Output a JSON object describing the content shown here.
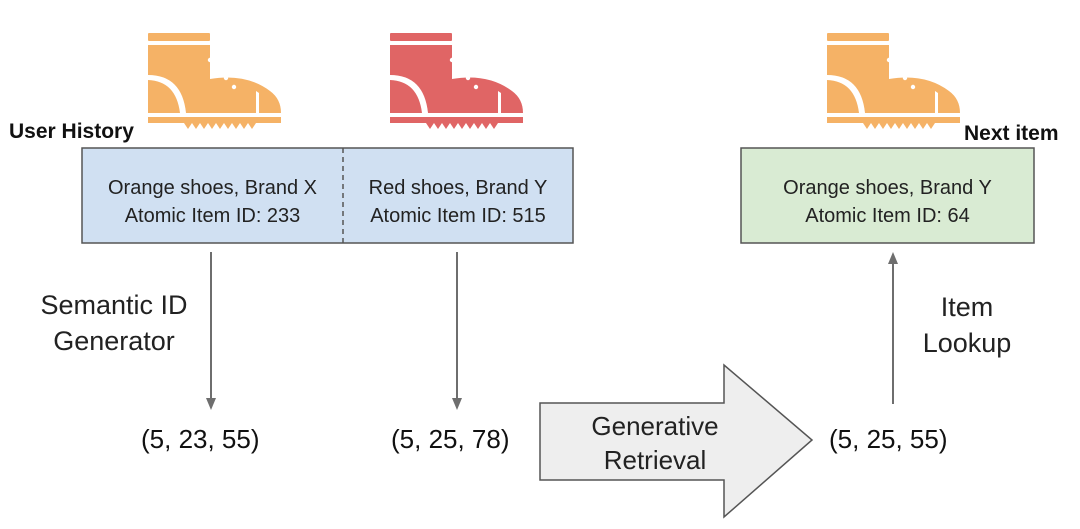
{
  "diagram": {
    "history_label": "User History",
    "next_label": "Next item",
    "history_items": [
      {
        "line1": "Orange shoes, Brand X",
        "line2": "Atomic Item ID: 233"
      },
      {
        "line1": "Red shoes, Brand Y",
        "line2": "Atomic Item ID: 515"
      }
    ],
    "next_item": {
      "line1": "Orange shoes, Brand Y",
      "line2": "Atomic Item ID: 64"
    },
    "semantic_label": {
      "line1": "Semantic ID",
      "line2": "Generator"
    },
    "lookup_label": {
      "line1": "Item",
      "line2": "Lookup"
    },
    "retrieval_label": {
      "line1": "Generative",
      "line2": "Retrieval"
    },
    "semantic_ids": [
      "(5, 23, 55)",
      "(5, 25, 78)",
      "(5, 25, 55)"
    ]
  },
  "colors": {
    "orange_shoe": "#F5B266",
    "red_shoe": "#E06565",
    "history_box_fill": "#D0E0F2",
    "next_box_fill": "#D9EBD3",
    "arrow_gray": "#6E6E6E",
    "big_arrow_fill": "#EEEEEE"
  },
  "icons": [
    "orange-boot-icon",
    "red-boot-icon",
    "orange-boot-icon"
  ]
}
